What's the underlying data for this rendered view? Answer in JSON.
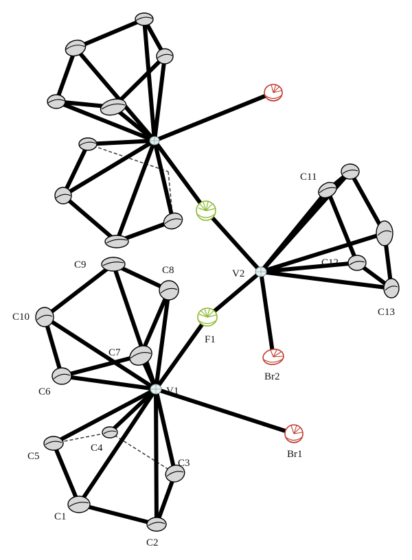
{
  "labels": {
    "v1": "V1",
    "v2": "V2",
    "f1": "F1",
    "br1": "Br1",
    "br2": "Br2",
    "c1": "C1",
    "c2": "C2",
    "c3": "C3",
    "c4": "C4",
    "c5": "C5",
    "c6": "C6",
    "c7": "C7",
    "c8": "C8",
    "c9": "C9",
    "c10": "C10",
    "c11": "C11",
    "c12": "C12",
    "c13": "C13"
  }
}
